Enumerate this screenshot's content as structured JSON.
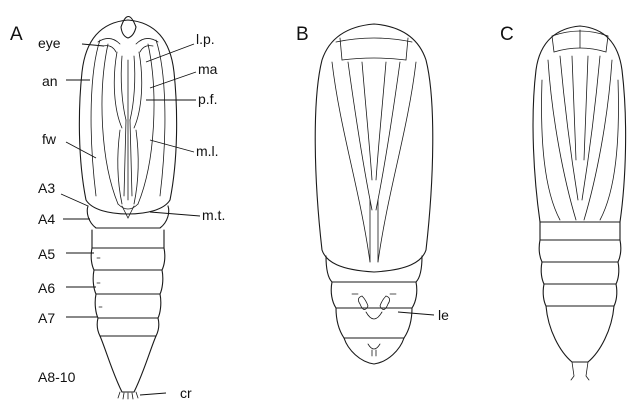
{
  "panels": {
    "a": "A",
    "b": "B",
    "c": "C"
  },
  "labels": {
    "eye": "eye",
    "an": "an",
    "fw": "fw",
    "a3": "A3",
    "a4": "A4",
    "a5": "A5",
    "a6": "A6",
    "a7": "A7",
    "a8_10": "A8-10",
    "cr": "cr",
    "lp": "l.p.",
    "ma": "ma",
    "pf": "p.f.",
    "ml": "m.l.",
    "mt": "m.t.",
    "le": "le"
  }
}
